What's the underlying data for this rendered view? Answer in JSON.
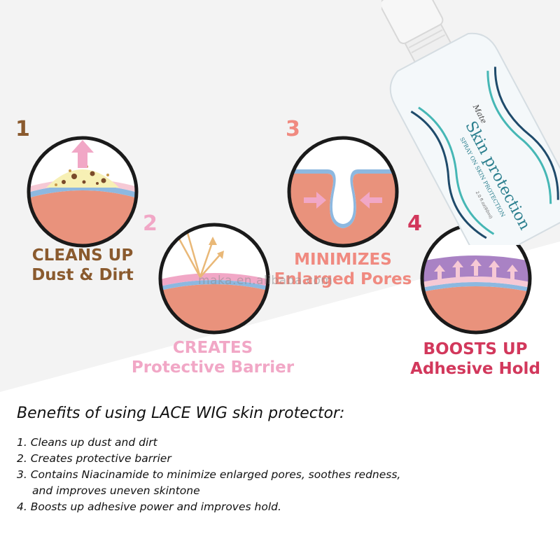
{
  "steps": [
    {
      "num": "1",
      "line1": "CLEANS UP",
      "line2": "Dust & Dirt"
    },
    {
      "num": "2",
      "line1": "CREATES",
      "line2": "Protective Barrier"
    },
    {
      "num": "3",
      "line1": "MINIMIZES",
      "line2": "Enlarged Pores"
    },
    {
      "num": "4",
      "line1": "BOOSTS UP",
      "line2": "Adhesive Hold"
    }
  ],
  "bottle": {
    "brand": "Mate",
    "product": "Skin protection",
    "subtitle": "SPRAY ON SKIN PROTECTION",
    "volume": "2.0 fl.oz(60ml)"
  },
  "watermark": "maka.en.alibaba.com",
  "benefits": {
    "title": "Benefits of using LACE WIG skin protector:",
    "items": [
      "1. Cleans up dust and dirt",
      "2. Creates protective barrier",
      "3. Contains Niacinamide to minimize enlarged pores, soothes redness,",
      "and improves uneven skintone",
      "4. Boosts up adhesive power and improves hold."
    ]
  },
  "colors": {
    "brown": "#8a5a2e",
    "pink_light": "#f1a7c6",
    "salmon": "#f08a80",
    "crimson": "#d2385c",
    "skin": "#e9927c",
    "skin_blue": "#8db8e0",
    "circle_stroke": "#1a1a1a",
    "bg_gray": "#f3f3f3"
  }
}
